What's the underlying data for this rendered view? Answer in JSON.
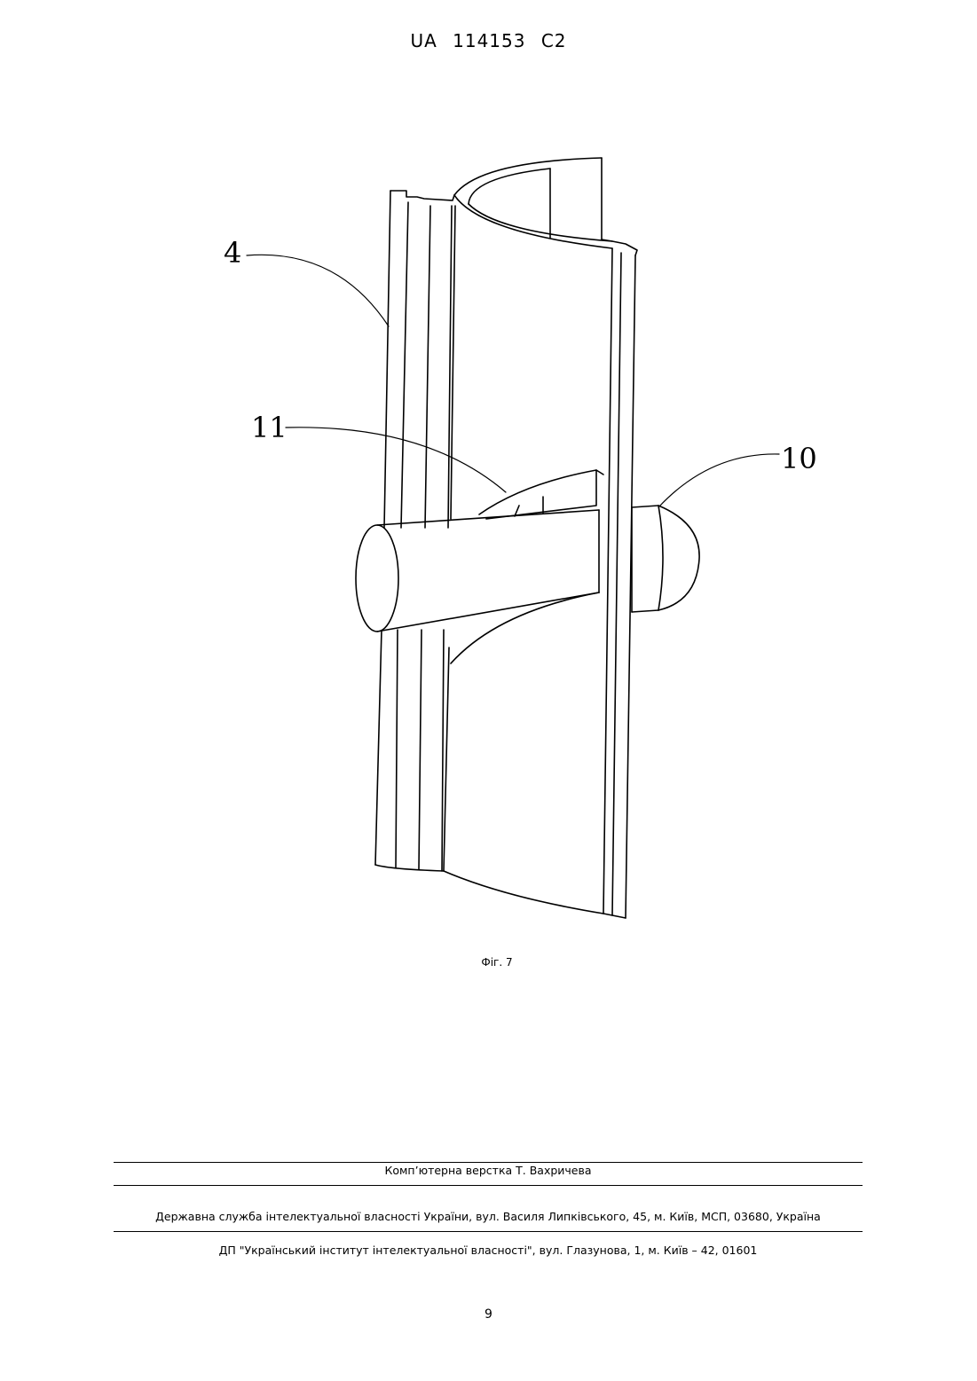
{
  "header": {
    "doc_number": "UA   114153   C2"
  },
  "figure": {
    "labels": {
      "part_4": "4",
      "part_11": "11",
      "part_10": "10"
    },
    "caption": "Фіг. 7"
  },
  "footer": {
    "layout_credit": "Комп’ютерна верстка Т. Вахричева",
    "agency": "Державна служба інтелектуальної власності України, вул. Василя Липківського, 45, м. Київ, МСП, 03680, Україна",
    "institute": "ДП \"Український інститут інтелектуальної власності\", вул. Глазунова, 1, м. Київ – 42, 01601"
  },
  "page_number": "9"
}
